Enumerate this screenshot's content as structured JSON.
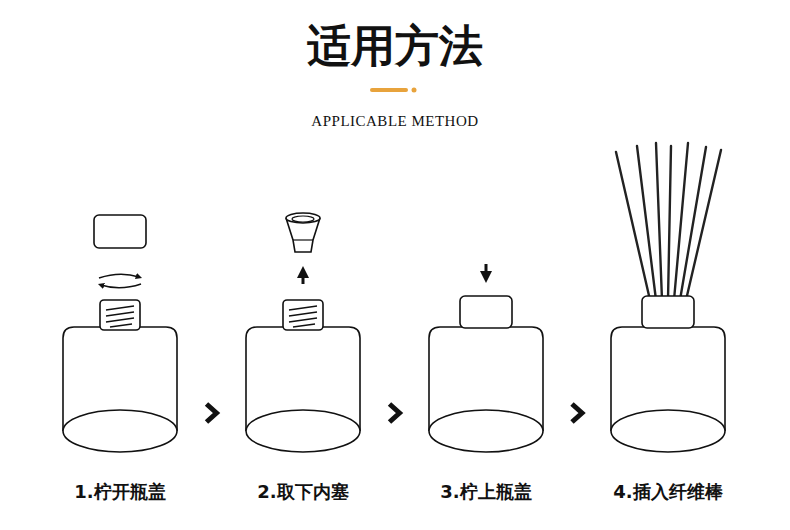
{
  "diagram": {
    "title": "适用方法",
    "nodes": [
      {
        "text": [
          "1.柠开瓶盖"
        ]
      },
      {
        "text": [
          "2.取下内塞"
        ]
      },
      {
        "text": [
          "3.柠上瓶盖"
        ]
      },
      {
        "text": [
          "4.插入纤维棒"
        ]
      }
    ],
    "edges": [
      {
        "from": 0,
        "to": 1,
        "arrow": "to"
      },
      {
        "from": 1,
        "to": 2,
        "arrow": "to"
      },
      {
        "from": 2,
        "to": 3,
        "arrow": "to"
      }
    ],
    "labels": [
      "APPLICABLE METHOD"
    ]
  }
}
